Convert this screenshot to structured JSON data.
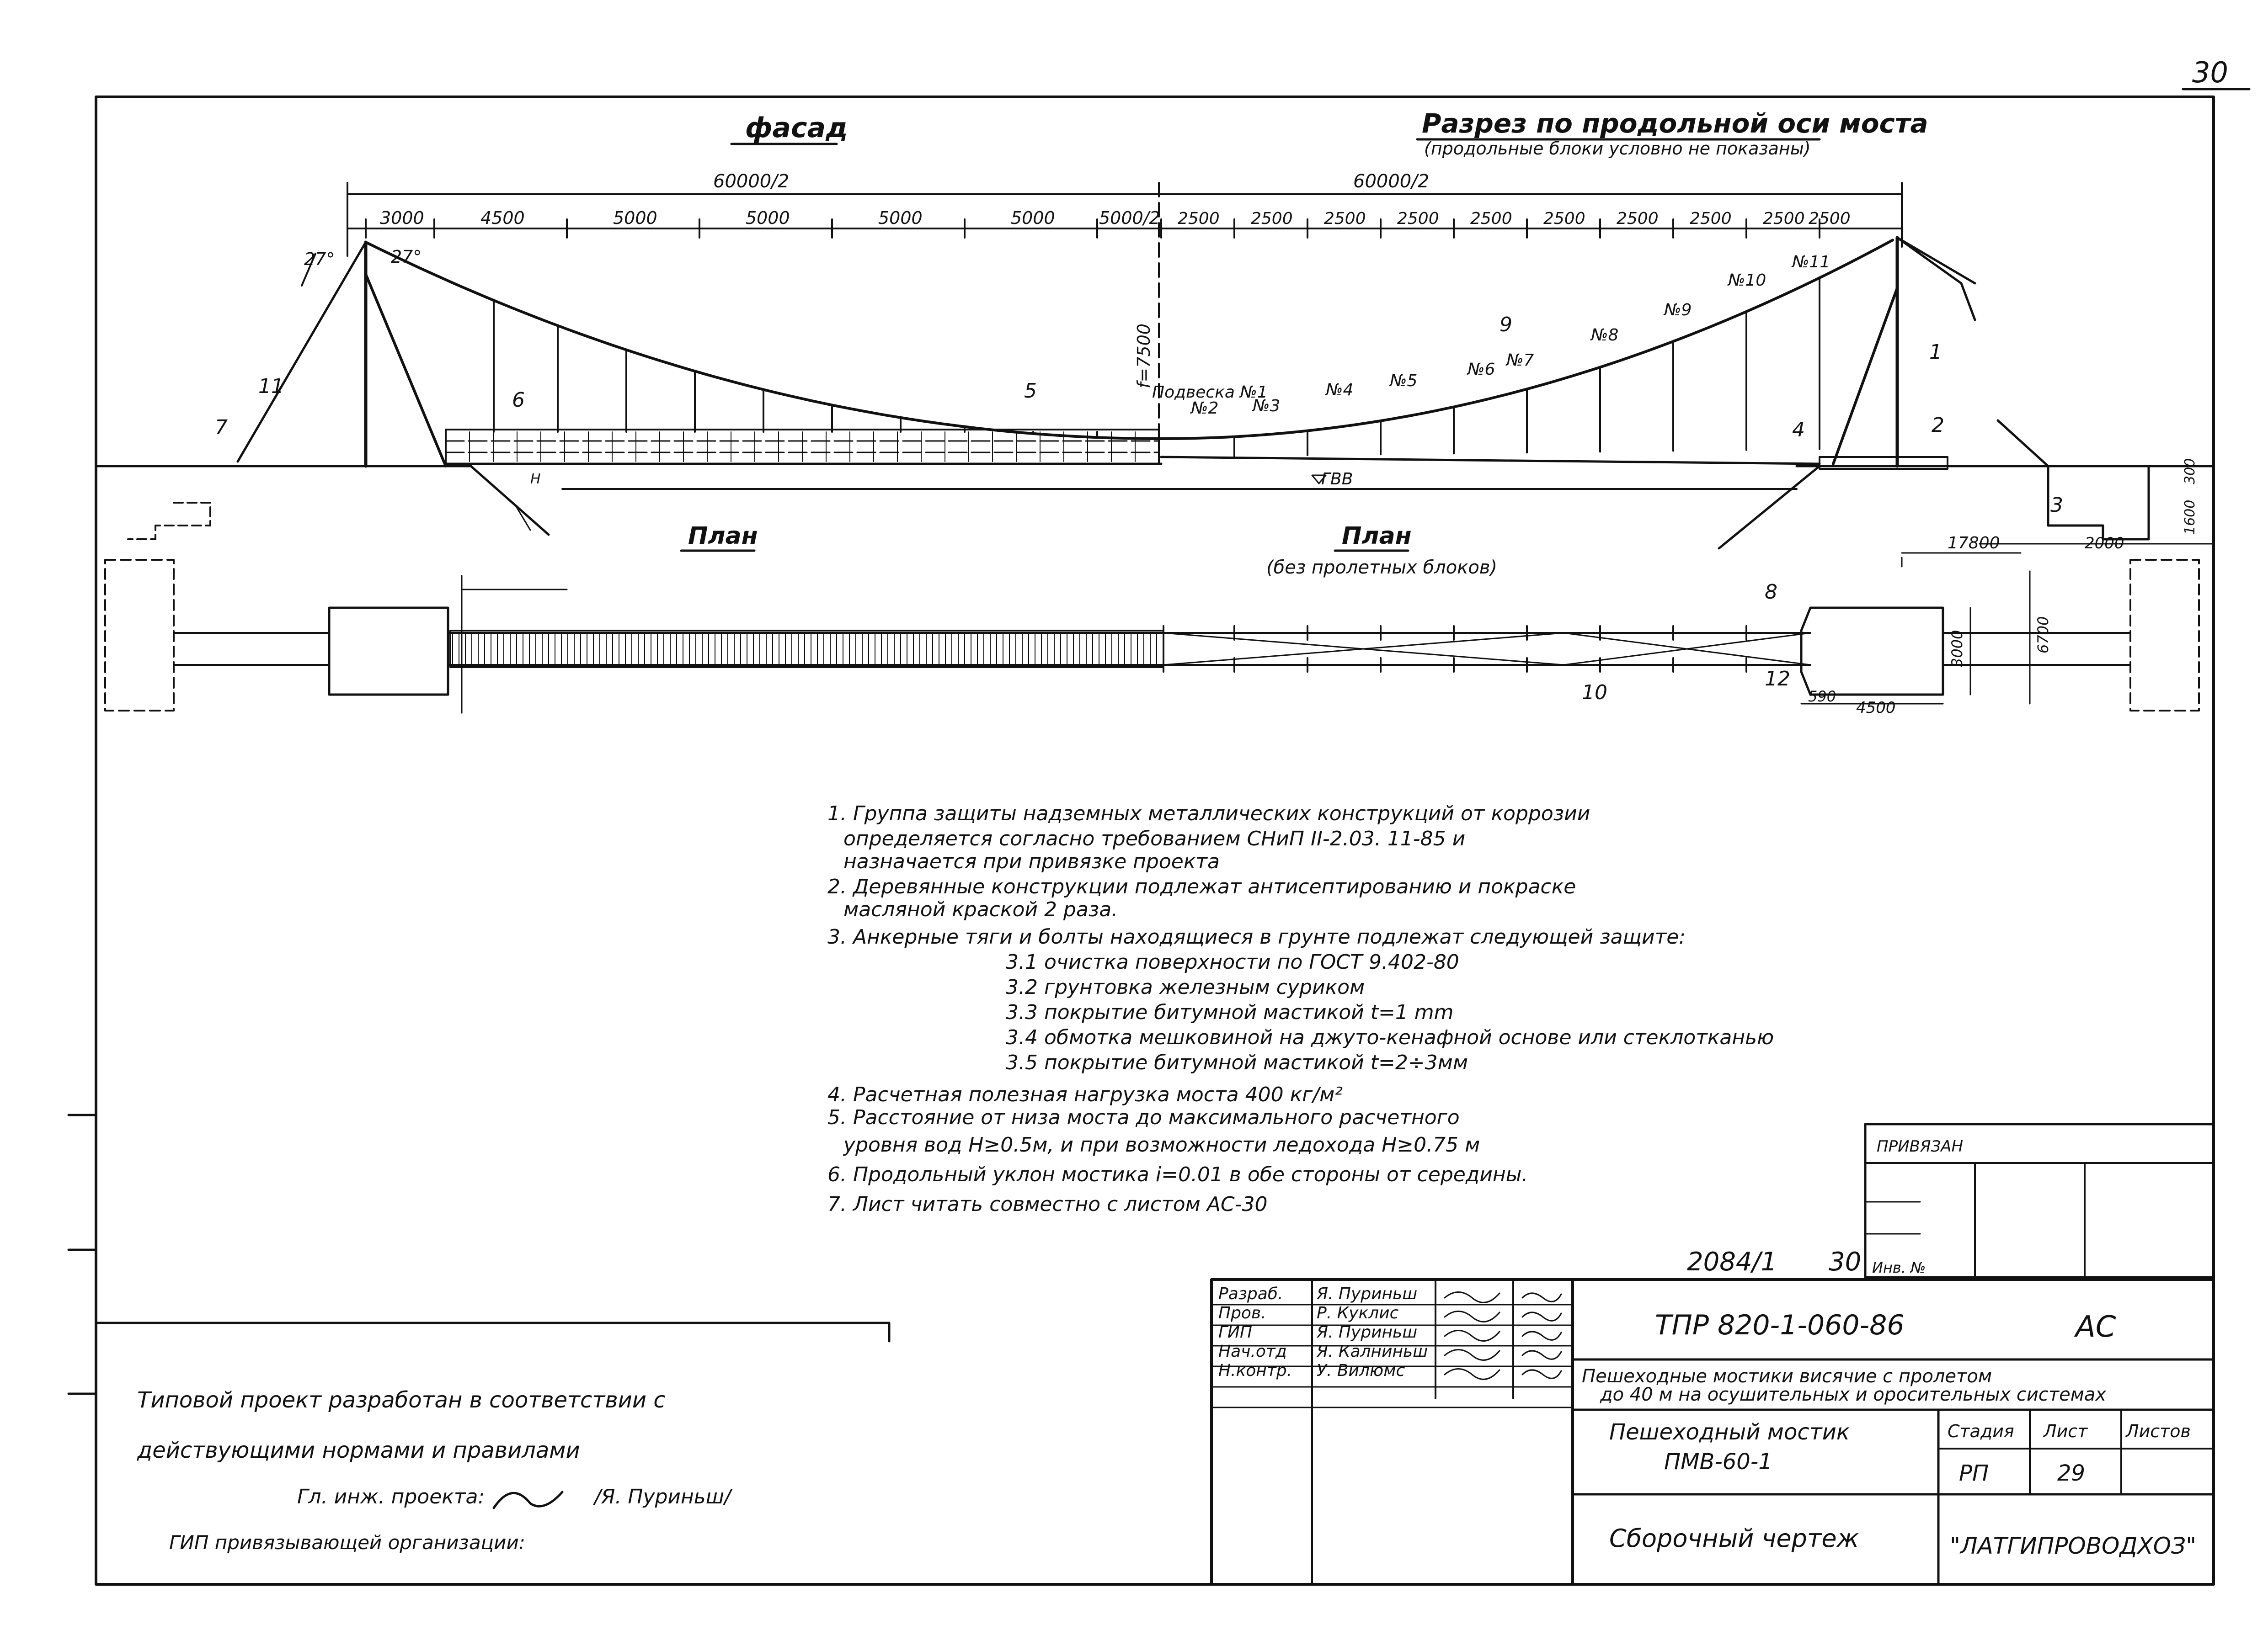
{
  "sheet": {
    "page_number": "30",
    "stamp_left": "2084/1",
    "stamp_right": "30",
    "inv_label": "Инв. №",
    "privyazan_label": "ПРИВЯЗАН"
  },
  "views": {
    "facade_title": "фасад",
    "section_title": "Разрез по продольной оси моста",
    "section_subtitle": "(продольные блоки условно не показаны)",
    "plan_left_title": "План",
    "plan_right_title": "План",
    "plan_right_subtitle": "(без пролетных блоков)"
  },
  "dimensions": {
    "half_left": "60000/2",
    "half_right": "60000/2",
    "left_segments": [
      "3000",
      "4500",
      "5000",
      "5000",
      "5000",
      "5000",
      "5000/2"
    ],
    "right_segments": [
      "2500",
      "2500",
      "2500",
      "2500",
      "2500",
      "2500",
      "2500",
      "2500",
      "2500",
      "2500"
    ],
    "sag": "f=7500",
    "angle_outer": "27°",
    "angle_inner": "27°",
    "gvv": "ГВВ",
    "h_mark": "H",
    "dim_17800": "17800",
    "dim_2000": "2000",
    "dim_1600": "1600",
    "dim_300": "300",
    "dim_3000": "3000",
    "dim_6700": "6700",
    "dim_590": "590",
    "dim_4500": "4500"
  },
  "callouts": {
    "hangers_title": "Подвеска №1",
    "hangers": [
      "№2",
      "№3",
      "№4",
      "№5",
      "№6",
      "№7",
      "№8",
      "№9",
      "№10",
      "№11"
    ],
    "positions": [
      "1",
      "2",
      "3",
      "4",
      "5",
      "6",
      "7",
      "8",
      "9",
      "10",
      "11",
      "12"
    ]
  },
  "notes": [
    "1. Группа защиты надземных металлических конструкций от коррозии",
    "определяется согласно требованием СНиП II-2.03. 11-85 и",
    "назначается при привязке проекта",
    "2. Деревянные конструкции подлежат антисептированию и покраске",
    "масляной краской 2 раза.",
    "3. Анкерные тяги и болты находящиеся в грунте подлежат следующей защите:",
    "3.1  очистка поверхности по ГОСТ 9.402-80",
    "3.2  грунтовка железным суриком",
    "3.3  покрытие битумной мастикой   t=1 mm",
    "3.4  обмотка мешковиной на джуто-кенафной основе или стеклотканью",
    "3.5  покрытие битумной мастикой  t=2÷3мм",
    "4. Расчетная полезная нагрузка моста   400 кг/м²",
    "5. Расстояние от низа моста до максимального расчетного",
    "уровня вод H≥0.5м, и при возможности ледохода   H≥0.75 м",
    "6. Продольный уклон мостика   i=0.01  в обе стороны от середины.",
    "7. Лист читать совместно с листом АС-30"
  ],
  "compliance": {
    "line1": "Типовой проект разработан в соответствии с",
    "line2": "действующими нормами и правилами",
    "chief_label": "Гл. инж. проекта:",
    "chief_name": "/Я. Пуриньш/",
    "gip_line": "ГИП привязывающей организации:"
  },
  "title_block": {
    "roles": [
      "Разраб.",
      "Пров.",
      "ГИП",
      "Нач.отд",
      "Н.контр."
    ],
    "names": [
      "Я. Пуриньш",
      "Р. Куклис",
      "Я. Пуриньш",
      "Я. Калниньш",
      "У. Вилюмс"
    ],
    "doc_code": "ТПР 820-1-060-86",
    "mark": "АС",
    "project_line1": "Пешеходные мостики висячие с пролетом",
    "project_line2": "до 40 м на осушительных и оросительных системах",
    "object_line1": "Пешеходный мостик",
    "object_line2": "ПМВ-60-1",
    "stage_label": "Стадия",
    "sheet_label": "Лист",
    "sheets_label": "Листов",
    "stage_value": "РП",
    "sheet_value": "29",
    "drawing_name": "Сборочный чертеж",
    "organization": "\"ЛАТГИПРОВОДХОЗ\""
  }
}
